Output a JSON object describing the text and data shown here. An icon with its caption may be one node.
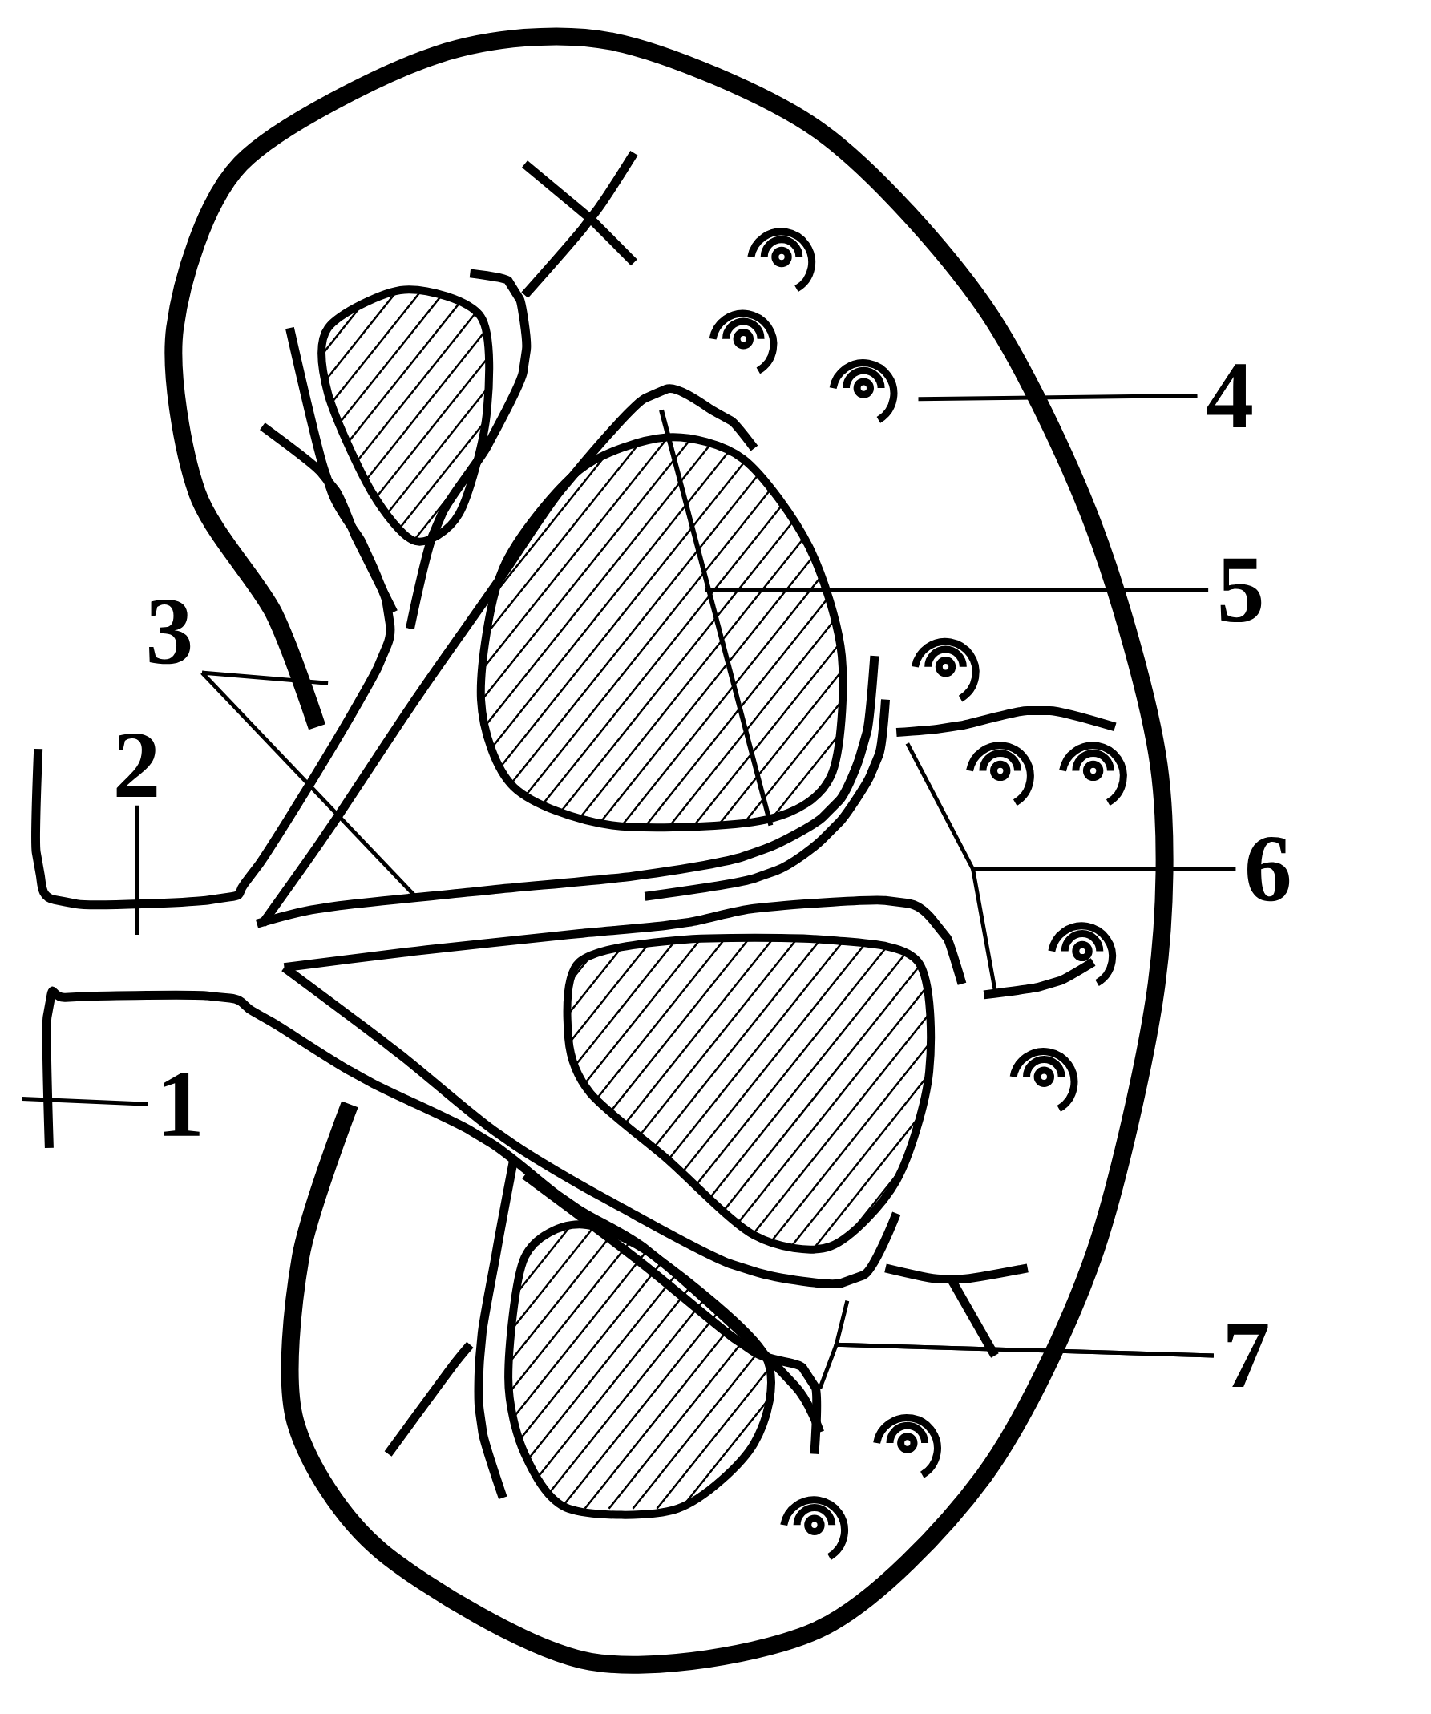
{
  "diagram": {
    "nodes": [
      {
        "text": [
          "1"
        ]
      },
      {
        "text": [
          "2"
        ]
      },
      {
        "text": [
          "3"
        ]
      },
      {
        "text": [
          "4"
        ]
      },
      {
        "text": [
          "5"
        ]
      },
      {
        "text": [
          "6"
        ]
      },
      {
        "text": [
          "7"
        ]
      }
    ],
    "edges": [
      {
        "from": 0,
        "to": null,
        "arrow": "none"
      },
      {
        "from": 1,
        "to": null,
        "arrow": "none"
      },
      {
        "from": 2,
        "to": null,
        "arrow": "none"
      },
      {
        "from": 2,
        "to": null,
        "arrow": "none"
      },
      {
        "from": 3,
        "to": null,
        "arrow": "none"
      },
      {
        "from": 4,
        "to": null,
        "arrow": "none"
      },
      {
        "from": 5,
        "to": null,
        "arrow": "none"
      },
      {
        "from": 5,
        "to": null,
        "arrow": "none"
      },
      {
        "from": 6,
        "to": null,
        "arrow": "none"
      },
      {
        "from": 6,
        "to": null,
        "arrow": "none"
      }
    ]
  }
}
